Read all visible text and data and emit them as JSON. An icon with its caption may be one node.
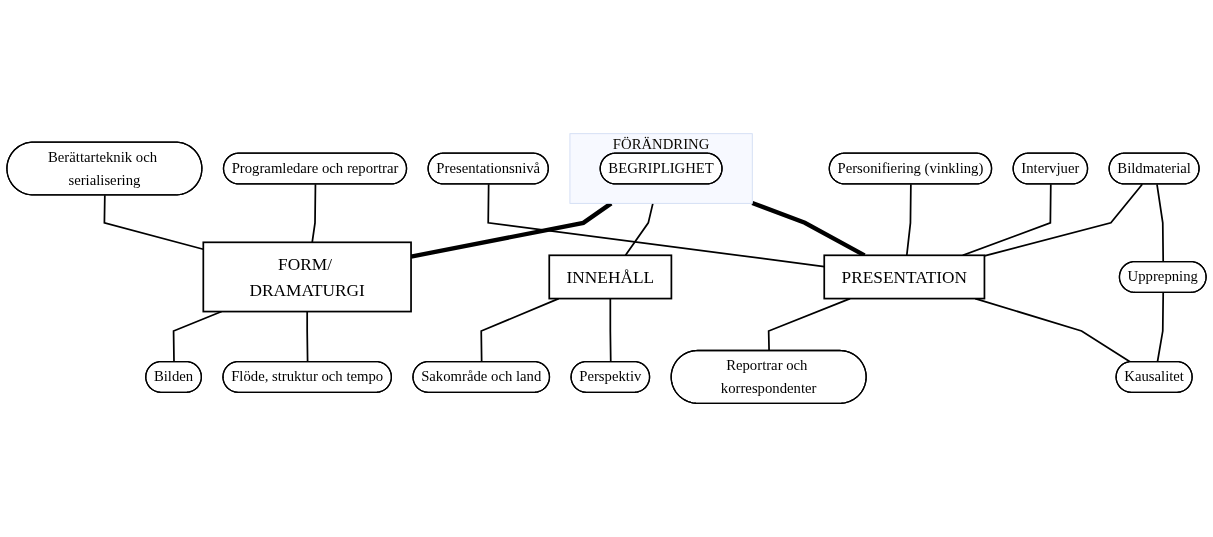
{
  "diagram": {
    "nodes": [
      {
        "text": [
          "FÖRÄNDRING"
        ]
      },
      {
        "text": [
          "BEGRIPLIGHET"
        ],
        "in": 0
      },
      {
        "text": [
          "Berättarteknik och serialisering"
        ]
      },
      {
        "text": [
          "Programledare och reportrar"
        ]
      },
      {
        "text": [
          "FORM/ DRAMATURGI"
        ]
      },
      {
        "text": [
          "Bilden"
        ]
      },
      {
        "text": [
          "Flöde, struktur och tempo"
        ]
      },
      {
        "text": [
          "INNEHÅLL"
        ]
      },
      {
        "text": [
          "Sakområde och land"
        ]
      },
      {
        "text": [
          "Perspektiv"
        ]
      },
      {
        "text": [
          "Presentationsnivå"
        ]
      },
      {
        "text": [
          "Personifiering (vinkling)"
        ]
      },
      {
        "text": [
          "Intervjuer"
        ]
      },
      {
        "text": [
          "PRESENTATION"
        ]
      },
      {
        "text": [
          "Bildmaterial"
        ]
      },
      {
        "text": [
          "Upprepning"
        ]
      },
      {
        "text": [
          "Reportrar och korrespondenter"
        ]
      },
      {
        "text": [
          "Kausalitet"
        ]
      }
    ],
    "edges": [
      {
        "from": 0,
        "to": 4,
        "arrow": "none",
        "style": "thick"
      },
      {
        "from": 0,
        "to": 7,
        "arrow": "none"
      },
      {
        "from": 0,
        "to": 13,
        "arrow": "none",
        "style": "thick"
      },
      {
        "from": 2,
        "to": 4,
        "arrow": "none"
      },
      {
        "from": 3,
        "to": 4,
        "arrow": "none"
      },
      {
        "from": 4,
        "to": 5,
        "arrow": "none"
      },
      {
        "from": 4,
        "to": 6,
        "arrow": "none"
      },
      {
        "from": 7,
        "to": 8,
        "arrow": "none"
      },
      {
        "from": 7,
        "to": 9,
        "arrow": "none"
      },
      {
        "from": 10,
        "to": 13,
        "arrow": "none"
      },
      {
        "from": 11,
        "to": 13,
        "arrow": "none"
      },
      {
        "from": 12,
        "to": 13,
        "arrow": "none"
      },
      {
        "from": 14,
        "to": 13,
        "arrow": "none"
      },
      {
        "from": 13,
        "to": 16,
        "arrow": "none"
      },
      {
        "from": 13,
        "to": 17,
        "arrow": "none"
      },
      {
        "from": 14,
        "to": 15,
        "arrow": "none"
      },
      {
        "from": 15,
        "to": 17,
        "arrow": "none"
      }
    ]
  }
}
